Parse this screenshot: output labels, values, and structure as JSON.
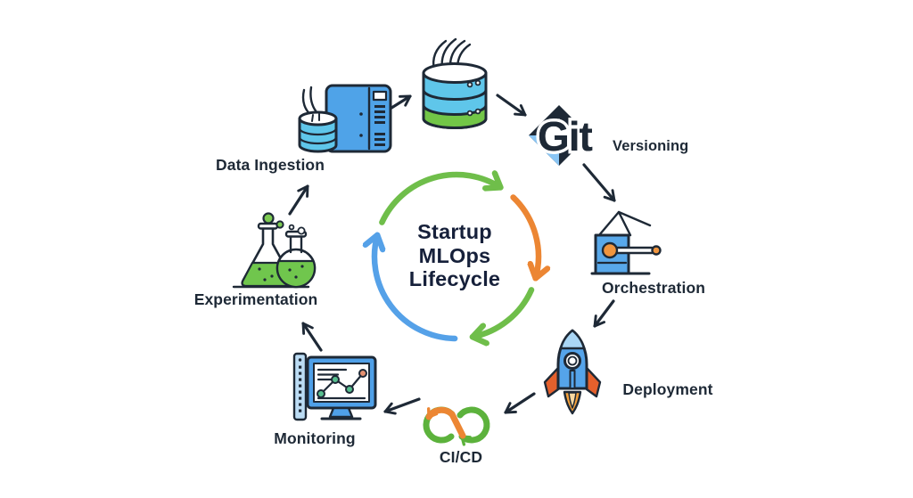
{
  "title": {
    "line1": "Startup",
    "line2": "MLOps",
    "line3": "Lifecycle"
  },
  "stages": [
    {
      "label": "Data Ingestion",
      "icon": "server-database-icon"
    },
    {
      "label": "Versioning",
      "icon": "git-logo"
    },
    {
      "label": "Orchestration",
      "icon": "crane-icon"
    },
    {
      "label": "Deployment",
      "icon": "rocket-icon"
    },
    {
      "label": "CI/CD",
      "icon": "infinity-loop-icon"
    },
    {
      "label": "Monitoring",
      "icon": "monitor-chart-icon"
    },
    {
      "label": "Experimentation",
      "icon": "flasks-icon"
    }
  ],
  "git": {
    "logo_text": "Git"
  },
  "cycle": {
    "direction": "clockwise",
    "arc_colors": [
      "green",
      "orange",
      "green",
      "blue"
    ]
  },
  "colors": {
    "green": "#6fbe4a",
    "orange": "#ec8633",
    "blue": "#55a1e8",
    "navy": "#1e2936",
    "icon_blue": "#4fa3e8",
    "cyan": "#5fc6ea",
    "db_green": "#72c647",
    "fin_orange": "#e4602c",
    "flame_orange": "#f5a23c",
    "dot_green": "#57be8e",
    "dot_salmon": "#e59070",
    "git_light_blue": "#89c5f4"
  }
}
